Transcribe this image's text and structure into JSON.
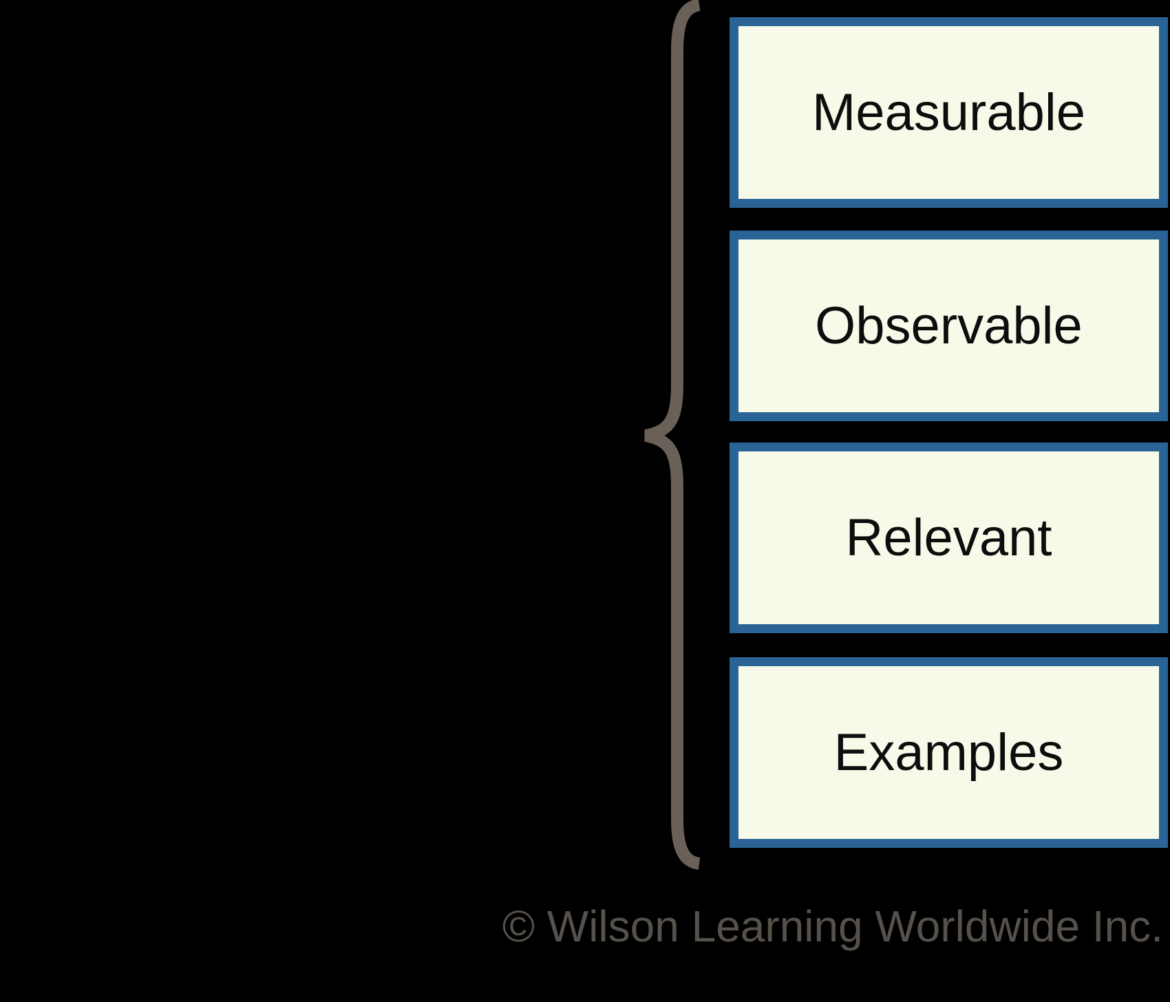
{
  "diagram": {
    "boxes": [
      {
        "label": "Measurable"
      },
      {
        "label": "Observable"
      },
      {
        "label": "Relevant"
      },
      {
        "label": "Examples"
      }
    ],
    "brace": {
      "icon": "left-curly-brace"
    },
    "footer": {
      "copyright": "© Wilson Learning Worldwide Inc."
    },
    "colors": {
      "background": "#000000",
      "box_fill": "#f7fae8",
      "box_border": "#2a6496",
      "box_text": "#0d0d0d",
      "brace": "#696057",
      "copyright_text": "#57514b"
    }
  }
}
